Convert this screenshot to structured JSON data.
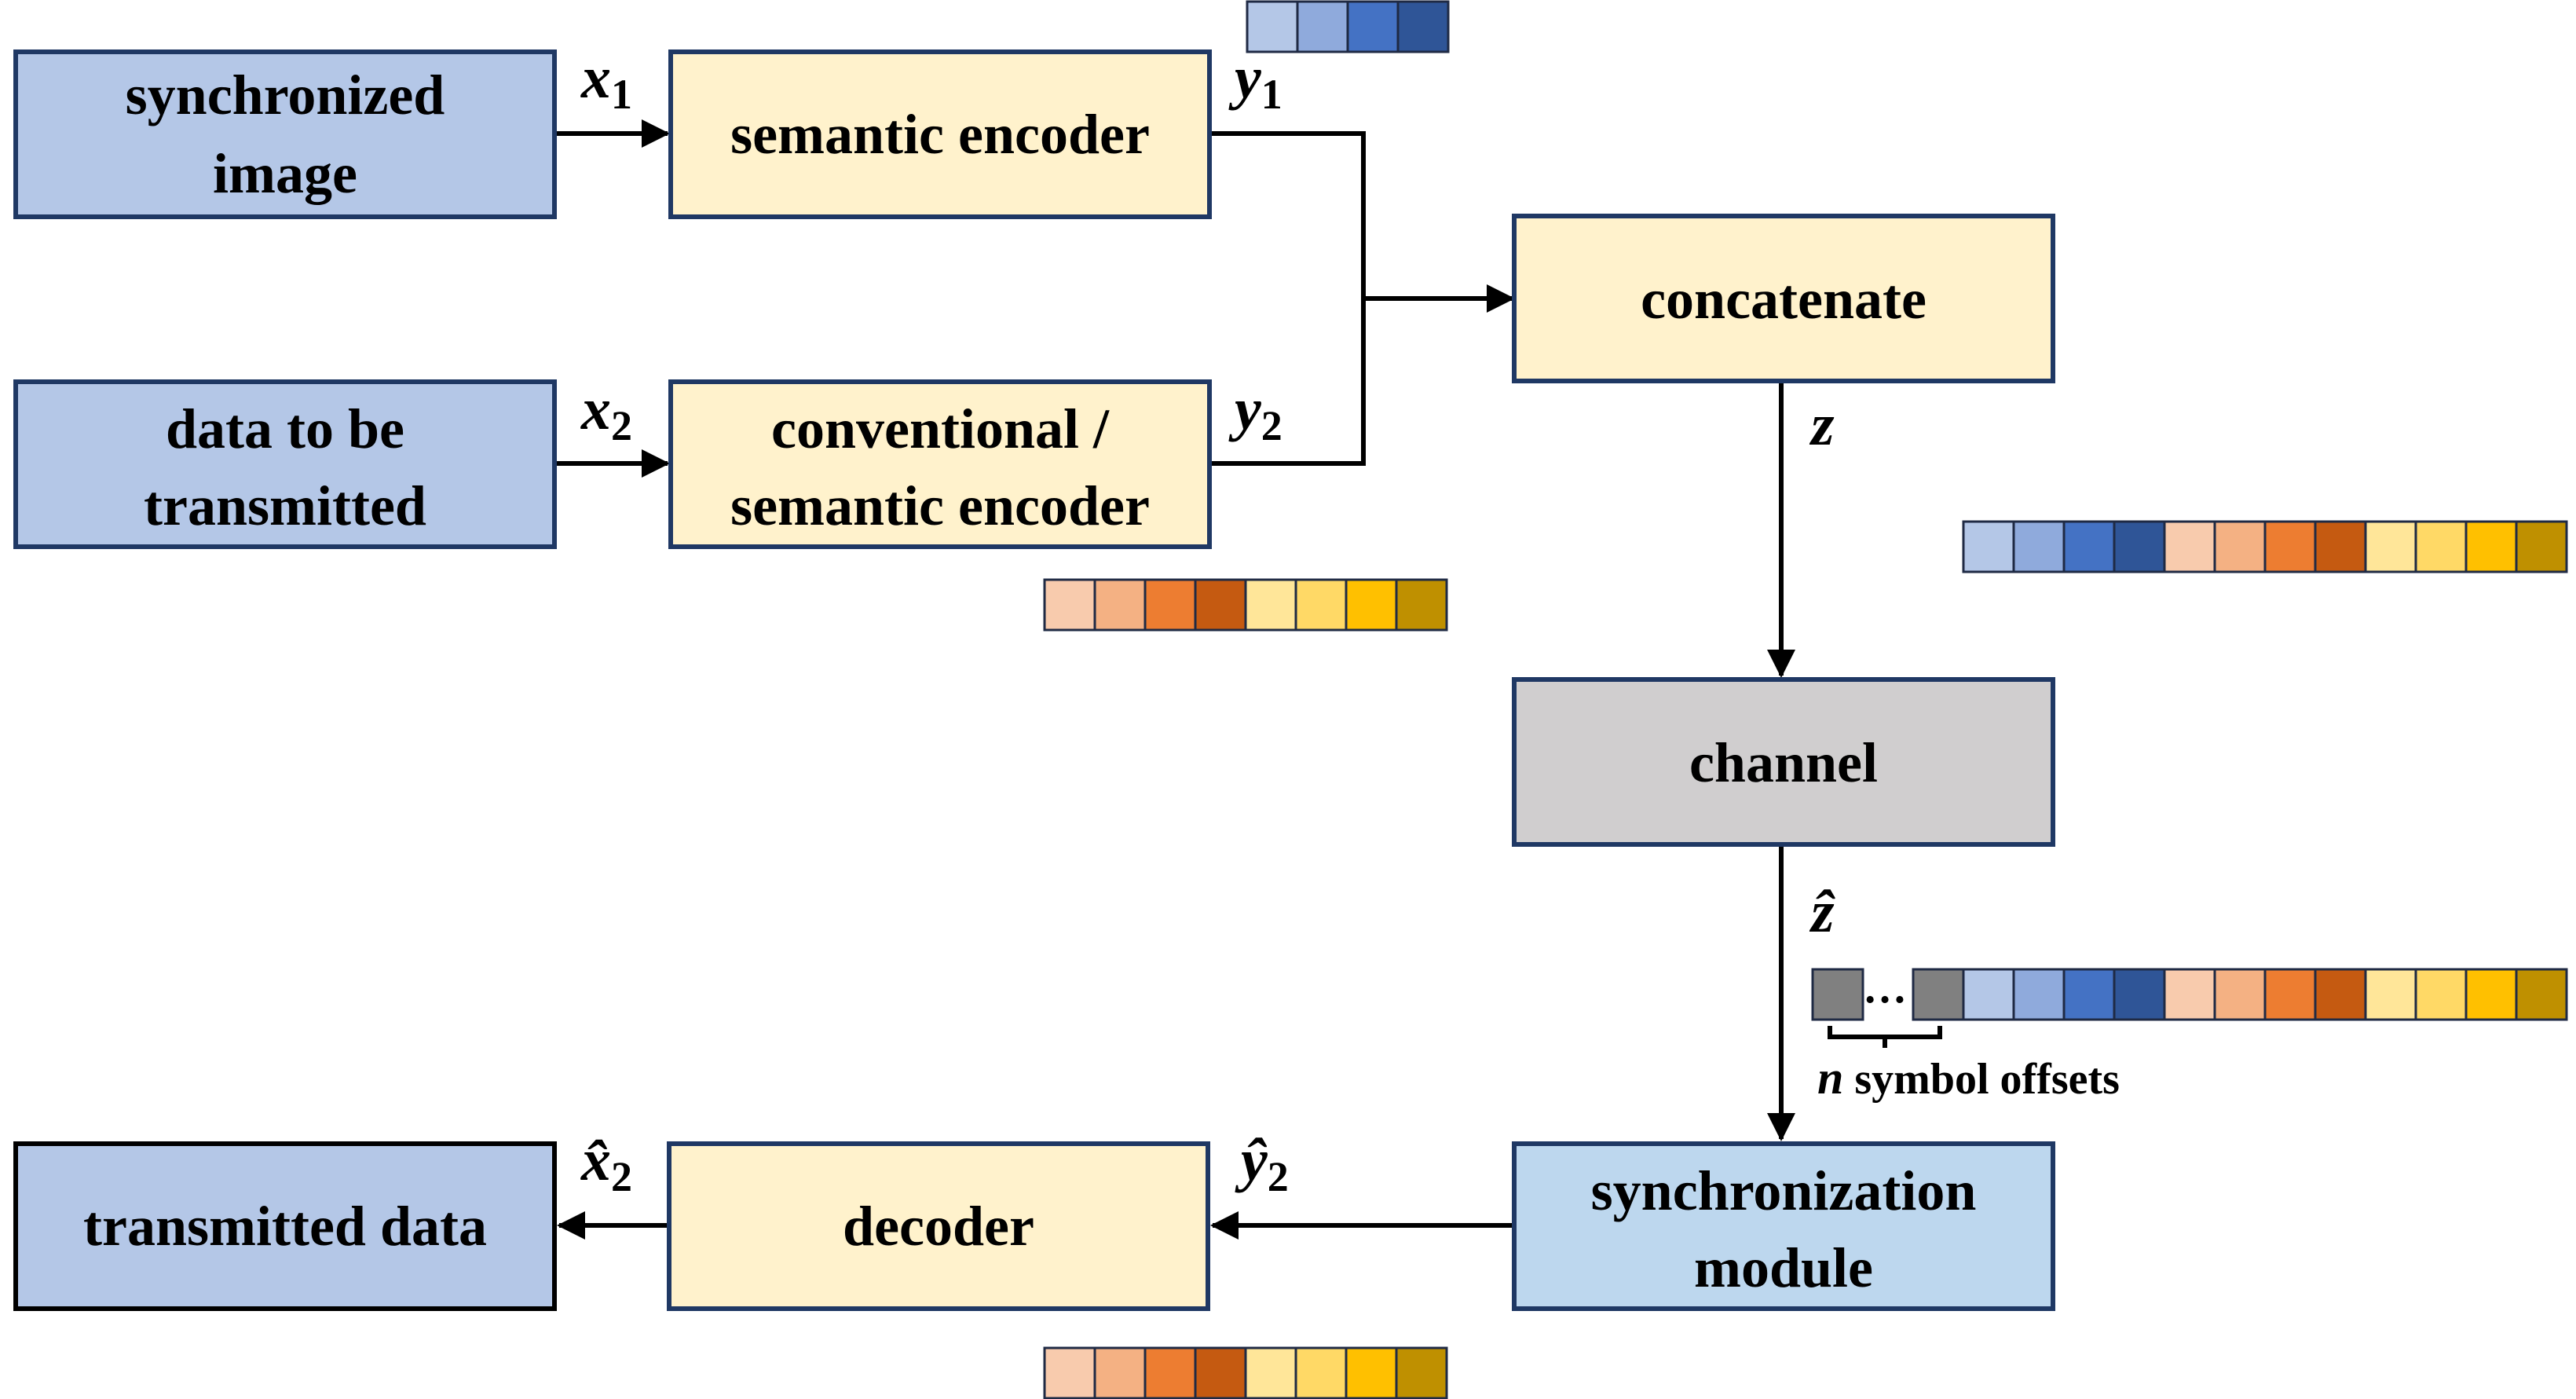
{
  "boxes": {
    "synchronized_image": {
      "line1": "synchronized",
      "line2": "image"
    },
    "data_to_be_transmitted": {
      "line1": "data to be",
      "line2": "transmitted"
    },
    "semantic_encoder": {
      "label": "semantic encoder"
    },
    "conventional_semantic_encoder": {
      "line1": "conventional /",
      "line2": "semantic encoder"
    },
    "concatenate": {
      "label": "concatenate"
    },
    "channel": {
      "label": "channel"
    },
    "synchronization_module": {
      "line1": "synchronization",
      "line2": "module"
    },
    "decoder": {
      "label": "decoder"
    },
    "transmitted_data": {
      "label": "transmitted data"
    }
  },
  "signals": {
    "x1": {
      "base": "x",
      "sub": "1"
    },
    "x2": {
      "base": "x",
      "sub": "2"
    },
    "y1": {
      "base": "y",
      "sub": "1"
    },
    "y2": {
      "base": "y",
      "sub": "2"
    },
    "z": {
      "base": "z"
    },
    "z_hat": {
      "base": "ẑ"
    },
    "y2_hat": {
      "base": "ŷ",
      "sub": "2"
    },
    "x2_hat": {
      "base": "x̂",
      "sub": "2"
    }
  },
  "offset_ellipsis": "…",
  "offset_label": {
    "n": "n",
    "text": " symbol offsets"
  },
  "colors": {
    "blue_box": "#b4c7e7",
    "yellow_box": "#fff2cc",
    "gray_box": "#d0cecf",
    "light_blue_box": "#bdd7ee",
    "box_border": "#1f3864",
    "offset_symbol": "#808080",
    "blue_symbols": [
      "#b4c7e7",
      "#8faadc",
      "#4472c4",
      "#2f5597"
    ],
    "orange_yellow_symbols": [
      "#f8cbad",
      "#f4b183",
      "#ed7d31",
      "#c55a11",
      "#ffe699",
      "#ffd966",
      "#ffc000",
      "#bf9000"
    ]
  }
}
